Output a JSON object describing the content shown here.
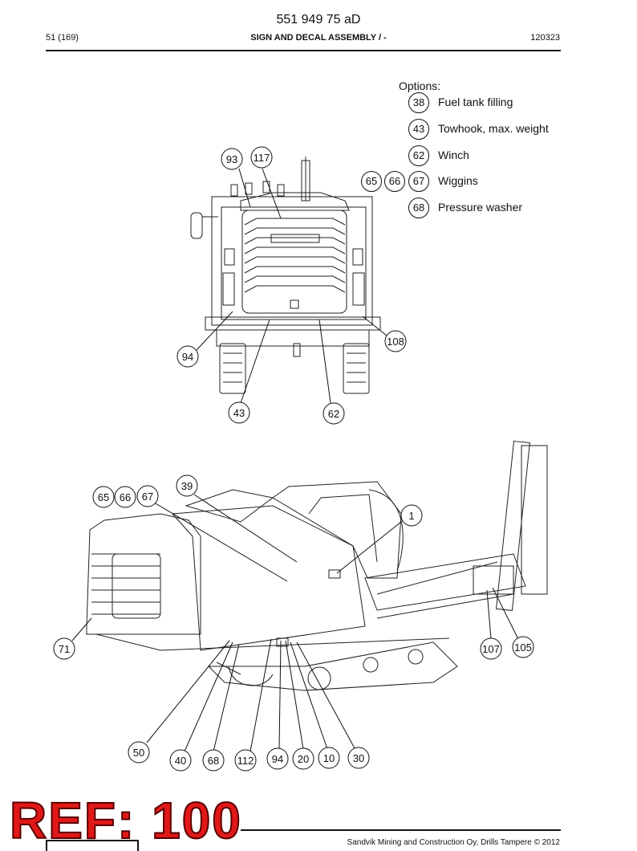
{
  "header": {
    "doc_number": "551 949 75 aD",
    "page": "51 (169)",
    "section": "SIGN AND DECAL ASSEMBLY / -",
    "date_code": "120323"
  },
  "options": {
    "title": "Options:",
    "items": [
      {
        "nums": [
          "38"
        ],
        "label": "Fuel tank filling"
      },
      {
        "nums": [
          "43"
        ],
        "label": "Towhook, max. weight"
      },
      {
        "nums": [
          "62"
        ],
        "label": "Winch"
      },
      {
        "nums": [
          "65",
          "66",
          "67"
        ],
        "label": "Wiggins"
      },
      {
        "nums": [
          "68"
        ],
        "label": "Pressure washer"
      }
    ]
  },
  "callouts_front": [
    "93",
    "117",
    "94",
    "108",
    "43",
    "62"
  ],
  "callouts_side": [
    "39",
    "65",
    "66",
    "67",
    "1",
    "71",
    "107",
    "105",
    "50",
    "40",
    "68",
    "112",
    "94",
    "20",
    "10",
    "30"
  ],
  "ref_stamp": "REF: 100",
  "footer": {
    "copyright": "Sandvik Mining and Construction Oy, Drills Tampere © 2012"
  }
}
